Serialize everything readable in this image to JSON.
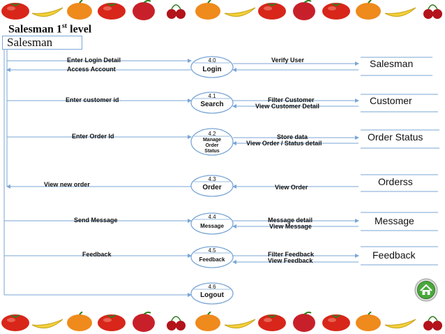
{
  "title": {
    "main": "Salesman 1",
    "sup": "st",
    "rest": " level"
  },
  "external_entity": "Salesman",
  "processes": [
    {
      "id": "4.0",
      "name": "Login"
    },
    {
      "id": "4.1",
      "name": "Search"
    },
    {
      "id": "4.2",
      "name": "Manage Order Status"
    },
    {
      "id": "4.3",
      "name": "Order"
    },
    {
      "id": "4.4",
      "name": "Message"
    },
    {
      "id": "4.5",
      "name": "Feedback"
    },
    {
      "id": "4.6",
      "name": "Logout"
    }
  ],
  "data_stores": [
    "Salesman",
    "Customer",
    "Order Status",
    "Orderss",
    "Message",
    "Feedback"
  ],
  "flows_left": [
    "Enter Login Detail",
    "Access Account",
    "Enter customer id",
    "Enter Order Id",
    "View new order",
    "Send Message",
    "Feedback"
  ],
  "flows_right": [
    "Verify User",
    "Filter Customer",
    "View Customer Detail",
    "Store data",
    "View Order / Status detail",
    "View Order",
    "Message detail",
    "View Message",
    "Filter Feedback",
    "View Feedback"
  ],
  "colors": {
    "line": "#7aa6d6",
    "ellipse": "#7aa6d6",
    "text": "#111111"
  },
  "icons": [
    "home-icon"
  ]
}
